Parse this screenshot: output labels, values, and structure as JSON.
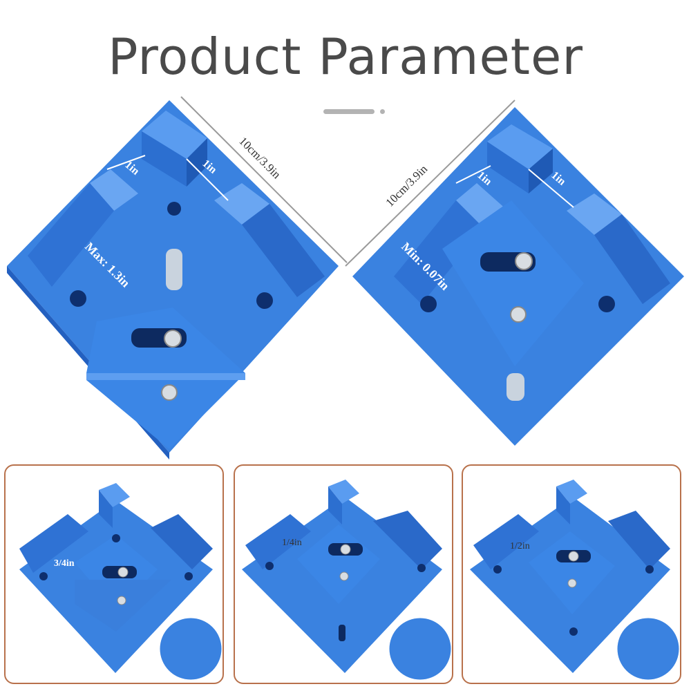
{
  "header": {
    "title": "Product Parameter"
  },
  "main_left": {
    "dimension": "10cm/3.9in",
    "gap_left": "1in",
    "gap_right": "1in",
    "max_label": "Max: 1.3in"
  },
  "main_right": {
    "dimension": "10cm/3.9in",
    "gap_left": "1in",
    "gap_right": "1in",
    "min_label": "Min: 0.07in"
  },
  "panels": [
    {
      "label": "3/4in"
    },
    {
      "label": "1/4in"
    },
    {
      "label": "1/2in"
    }
  ],
  "colors": {
    "clamp_blue": "#3a82e0",
    "clamp_dark": "#2360c0",
    "frame": "#b8714b",
    "title": "#4a4a4a"
  }
}
